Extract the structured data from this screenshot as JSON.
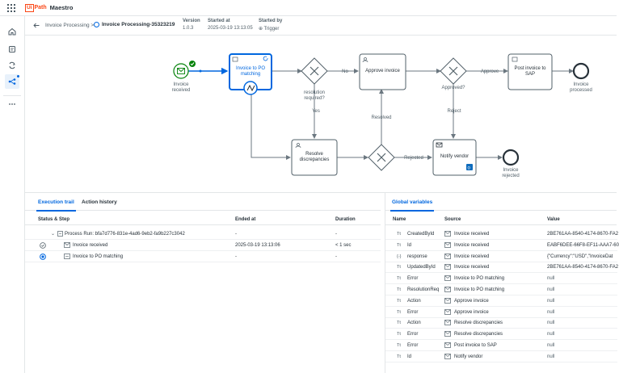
{
  "app": {
    "brand_ui": "Ui",
    "brand_path": "Path",
    "product": "Maestro"
  },
  "header": {
    "breadcrumb_parent": "Invoice Processing >",
    "breadcrumb_current": "Invoice Processing-35323219",
    "version_label": "Version",
    "version_value": "1.0.3",
    "started_at_label": "Started at",
    "started_at_value": "2025-03-19 13:13:05",
    "started_by_label": "Started by",
    "started_by_value": "Trigger"
  },
  "diagram": {
    "start_event_label": "Invoice received",
    "task_po_matching": "Invoice to PO matching",
    "gateway_resolution": "resolution required?",
    "flow_no": "No",
    "flow_yes": "Yes",
    "task_approve": "Approve invoice",
    "gateway_approved": "Approved?",
    "flow_approve": "Approve",
    "flow_reject": "Reject",
    "task_post_sap": "Post invoice to SAP",
    "end_processed": "Invoice processed",
    "task_resolve": "Resolve discrepancies",
    "flow_resolved": "Resolved",
    "flow_rejected": "Rejected",
    "task_notify": "Notify vendor",
    "end_rejected": "Invoice rejected"
  },
  "execution": {
    "tabs": [
      "Execution trail",
      "Action history"
    ],
    "columns": [
      "Status & Step",
      "Ended at",
      "Duration"
    ],
    "rows": [
      {
        "step": "Process Run: bfa7d776-831e-4ad6-9eb2-fa9b227c3042",
        "ended": "-",
        "duration": "-"
      },
      {
        "step": "Invoice received",
        "ended": "2025-03-19 13:13:06",
        "duration": "< 1 sec"
      },
      {
        "step": "Invoice to PO matching",
        "ended": "-",
        "duration": "-"
      }
    ]
  },
  "variables": {
    "tab": "Global variables",
    "columns": [
      "Name",
      "Source",
      "Value"
    ],
    "rows": [
      {
        "type": "Tt",
        "name": "CreatedById",
        "source": "Invoice received",
        "value": "2BE761AA-8540-4174-8670-FA2"
      },
      {
        "type": "Tt",
        "name": "Id",
        "source": "Invoice received",
        "value": "EABF6DEE-66F8-EF11-AAA7-60"
      },
      {
        "type": "{-}",
        "name": "response",
        "source": "Invoice received",
        "value": "{\"Currency\":\"USD\",\"InvoiceDat"
      },
      {
        "type": "Tt",
        "name": "UpdatedById",
        "source": "Invoice received",
        "value": "2BE761AA-8540-4174-8670-FA2"
      },
      {
        "type": "Tt",
        "name": "Error",
        "source": "Invoice to PO matching",
        "value": "null"
      },
      {
        "type": "Tt",
        "name": "ResolutionReq",
        "source": "Invoice to PO matching",
        "value": "null"
      },
      {
        "type": "Tt",
        "name": "Action",
        "source": "Approve invoice",
        "value": "null"
      },
      {
        "type": "Tt",
        "name": "Error",
        "source": "Approve invoice",
        "value": "null"
      },
      {
        "type": "Tt",
        "name": "Action",
        "source": "Resolve discrepancies",
        "value": "null"
      },
      {
        "type": "Tt",
        "name": "Error",
        "source": "Resolve discrepancies",
        "value": "null"
      },
      {
        "type": "Tt",
        "name": "Error",
        "source": "Post invoice to SAP",
        "value": "null"
      },
      {
        "type": "Tt",
        "name": "Id",
        "source": "Notify vendor",
        "value": "null"
      }
    ]
  },
  "colors": {
    "accent": "#0067df",
    "success": "#038108",
    "brand": "#fa4616"
  }
}
